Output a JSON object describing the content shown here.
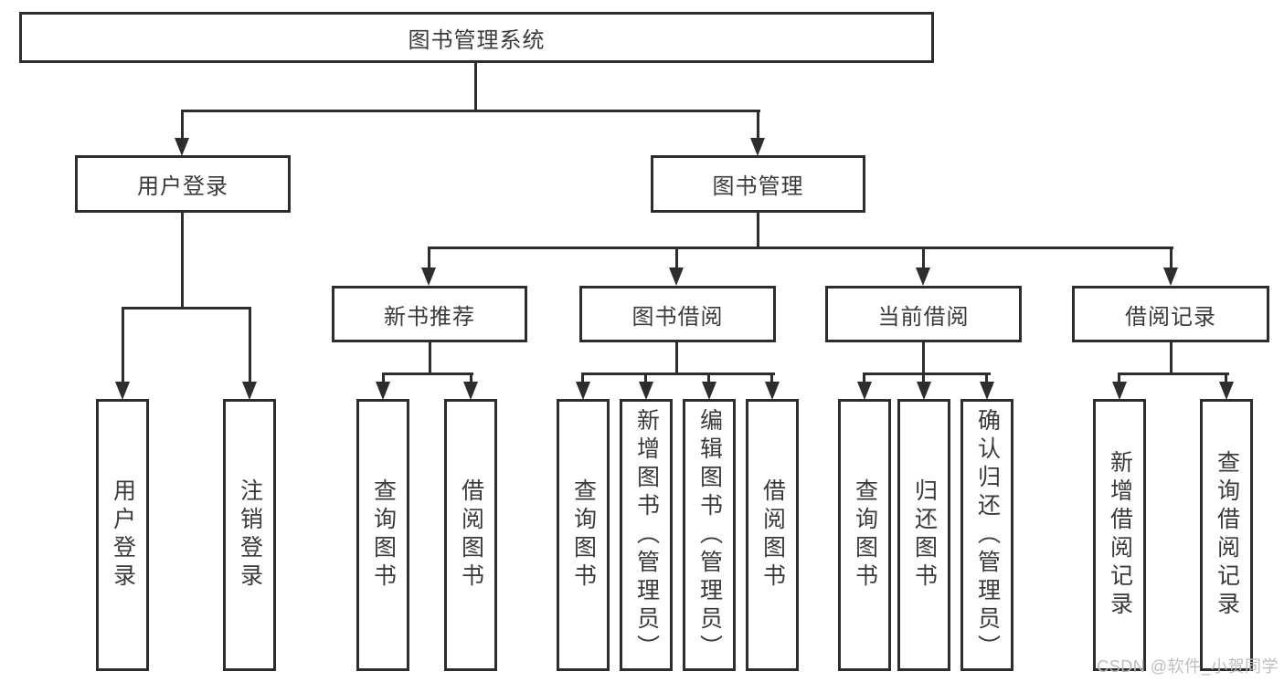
{
  "tree": {
    "root": "图书管理系统",
    "branches": [
      {
        "label": "用户登录",
        "children": [
          "用户登录",
          "注销登录"
        ]
      },
      {
        "label": "图书管理",
        "groups": [
          {
            "label": "新书推荐",
            "children": [
              "查询图书",
              "借阅图书"
            ]
          },
          {
            "label": "图书借阅",
            "children": [
              "查询图书",
              "新增图书（管理员）",
              "编辑图书（管理员）",
              "借阅图书"
            ]
          },
          {
            "label": "当前借阅",
            "children": [
              "查询图书",
              "归还图书",
              "确认归还（管理员）"
            ]
          },
          {
            "label": "借阅记录",
            "children": [
              "新增借阅记录",
              "查询借阅记录"
            ]
          }
        ]
      }
    ]
  },
  "colors": {
    "line": "#2d2d2d",
    "text": "#3a3a3a",
    "watermark": "#bdbdbd",
    "background": "#ffffff"
  },
  "watermark": "CSDN @软件_小贺同学"
}
